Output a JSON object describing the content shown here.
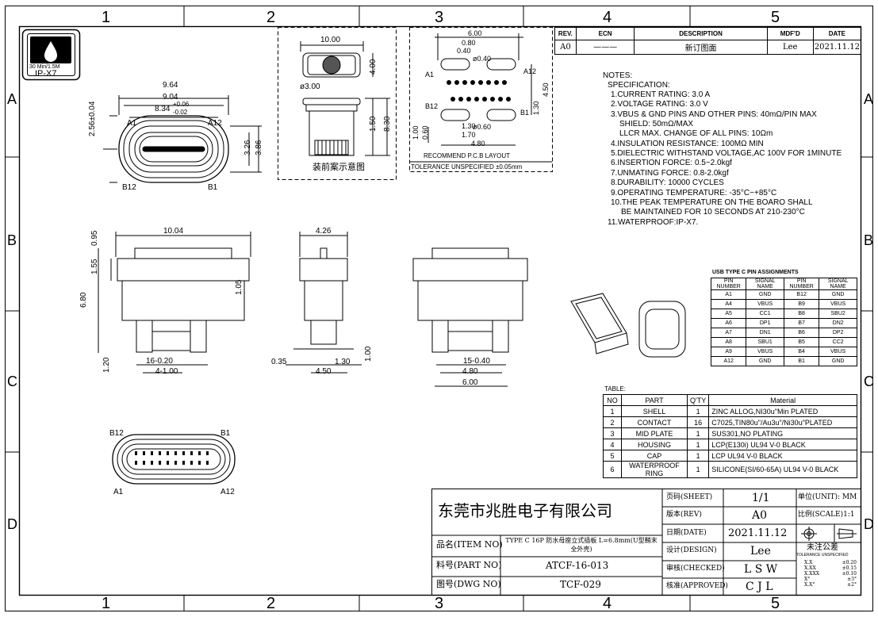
{
  "border_zones": {
    "columns": [
      "1",
      "2",
      "3",
      "4",
      "5"
    ],
    "rows": [
      "A",
      "B",
      "C",
      "D"
    ]
  },
  "badge": {
    "rating": "30 Min/1.5M",
    "code": "IP-X7"
  },
  "revision_table": {
    "headers": [
      "REV.",
      "ECN",
      "DESCRIPTION",
      "MDF'D",
      "DATE"
    ],
    "row": [
      "A0",
      "———",
      "新订图面",
      "Lee",
      "2021.11.12"
    ]
  },
  "top_view": {
    "dims": [
      "9.64",
      "9.04",
      "8.34",
      "+0.06",
      "-0.02",
      "2.56±0.04",
      "3.26",
      "3.86"
    ],
    "pins": [
      "A1",
      "A12",
      "B12",
      "B1"
    ]
  },
  "assembly_view": {
    "dims": [
      "10.00",
      "4.00",
      "ø3.00",
      "1.50",
      "8.30"
    ],
    "caption": "装前案示意图"
  },
  "pcb_layout": {
    "dims": [
      "6.00",
      "0.80",
      "0.40",
      "ø0.40",
      "4.50",
      "1.30",
      "0.60",
      "ø0.60",
      "1.00",
      "1.30",
      "1.70",
      "4.80"
    ],
    "pins": [
      "A1",
      "A12",
      "B12",
      "B1"
    ],
    "title": "RECOMMEND P.C.B LAYOUT",
    "tolerance": "TOLERANCE UNSPECIFIED ±0.05mm"
  },
  "notes": {
    "heading": "NOTES:",
    "subheading": "SPECIFICATION:",
    "lines": [
      "1.CURRENT RATING: 3.0 A",
      "2.VOLTAGE RATING: 3.0 V",
      "3.VBUS & GND PINS AND OTHER PINS: 40mΩ/PIN MAX",
      "SHIELD: 50mΩ/MAX",
      "LLCR MAX. CHANGE OF ALL PINS: 10Ωm",
      "4.INSULATION RESISTANCE: 100MΩ MIN",
      "5.DIELECTRIC WITHSTAND VOLTAGE,AC 100V FOR 1MINUTE",
      "6.INSERTION FORCE: 0.5~2.0kgf",
      "7.UNMATING FORCE: 0.8-2.0kgf",
      "8.DURABILITY: 10000 CYCLES",
      "9.OPERATING TEMPERATURE: -35°C~+85°C",
      "10.THE PEAK TEMPERATURE ON THE BOARO SHALL",
      "BE MAINTAINED FOR 10 SECONDS AT 210-230°C",
      "11.WATERPROOF:IP-X7."
    ]
  },
  "front_view": {
    "dims": [
      "10.04",
      "0.95",
      "1.55",
      "6.80",
      "1.05",
      "16-0.20",
      "4-1.00",
      "1.20"
    ]
  },
  "side_view": {
    "dims": [
      "4.26",
      "0.35",
      "1.30",
      "4.50",
      "1.00"
    ]
  },
  "rear_view": {
    "dims": [
      "15-0.40",
      "4.80",
      "6.00"
    ]
  },
  "bottom_view": {
    "pins": [
      "B12",
      "B1",
      "A1",
      "A12"
    ]
  },
  "pin_assignments": {
    "title": "USB TYPE C PIN ASSIGNMENTS",
    "headers": [
      "PIN NUMBER",
      "SIGNAL NAME",
      "PIN NUMBER",
      "SIGNAL NAME"
    ],
    "rows": [
      [
        "A1",
        "GND",
        "B12",
        "GND"
      ],
      [
        "A4",
        "VBUS",
        "B9",
        "VBUS"
      ],
      [
        "A5",
        "CC1",
        "B8",
        "SBU2"
      ],
      [
        "A6",
        "DP1",
        "B7",
        "DN2"
      ],
      [
        "A7",
        "DN1",
        "B6",
        "DP2"
      ],
      [
        "A8",
        "SBU1",
        "B5",
        "CC2"
      ],
      [
        "A9",
        "VBUS",
        "B4",
        "VBUS"
      ],
      [
        "A12",
        "GND",
        "B1",
        "GND"
      ]
    ]
  },
  "parts_table": {
    "label": "TABLE:",
    "headers": [
      "NO",
      "PART",
      "Q'TY",
      "Material"
    ],
    "rows": [
      [
        "1",
        "SHELL",
        "1",
        "ZINC ALLOG,NI30u\"Min PLATED"
      ],
      [
        "2",
        "CONTACT",
        "16",
        "C7025,TIN80u\"/Au3u\"/Ni30u\"PLATED"
      ],
      [
        "3",
        "MID PLATE",
        "1",
        "SUS301,NO PLATING"
      ],
      [
        "4",
        "HOUSING",
        "1",
        "LCP(E130i) UL94 V-0 BLACK"
      ],
      [
        "5",
        "CAP",
        "1",
        "LCP UL94 V-0 BLACK"
      ],
      [
        "6",
        "WATERPROOF RING",
        "1",
        "SILICONE(SI/60-65A) UL94 V-0 BLACK"
      ]
    ]
  },
  "title_block": {
    "company": "东莞市兆胜电子有限公司",
    "item_label": "品名(ITEM NO)",
    "item_value": "TYPE C 16P 防水母座立式插板 L=6.8mm(U型鞘末全外壳)",
    "part_label": "料号(PART NO)",
    "part_value": "ATCF-16-013",
    "dwg_label": "图号(DWG NO)",
    "dwg_value": "TCF-029",
    "sheet_label": "页码(SHEET)",
    "sheet_value": "1/1",
    "rev_label": "版本(REV)",
    "rev_value": "A0",
    "date_label": "日期(DATE)",
    "date_value": "2021.11.12",
    "design_label": "设计(DESIGN)",
    "design_value": "Lee",
    "checked_label": "审核(CHECKED)",
    "checked_value": "L S W",
    "approved_label": "核准(APPROVED)",
    "approved_value": "C J L",
    "unit_label": "单位(UNIT): MM",
    "scale_label": "比例(SCALE)1:1",
    "tol_title": "未注公差",
    "tol_sub": "TOLERANCE UNSPECIFIED",
    "tol_rows": [
      [
        "X.X",
        "±0.20"
      ],
      [
        "X.XX",
        "±0.15"
      ],
      [
        "X.XXX",
        "±0.10"
      ],
      [
        "X°",
        "±3°"
      ],
      [
        "X.X°",
        "±2°"
      ]
    ]
  }
}
